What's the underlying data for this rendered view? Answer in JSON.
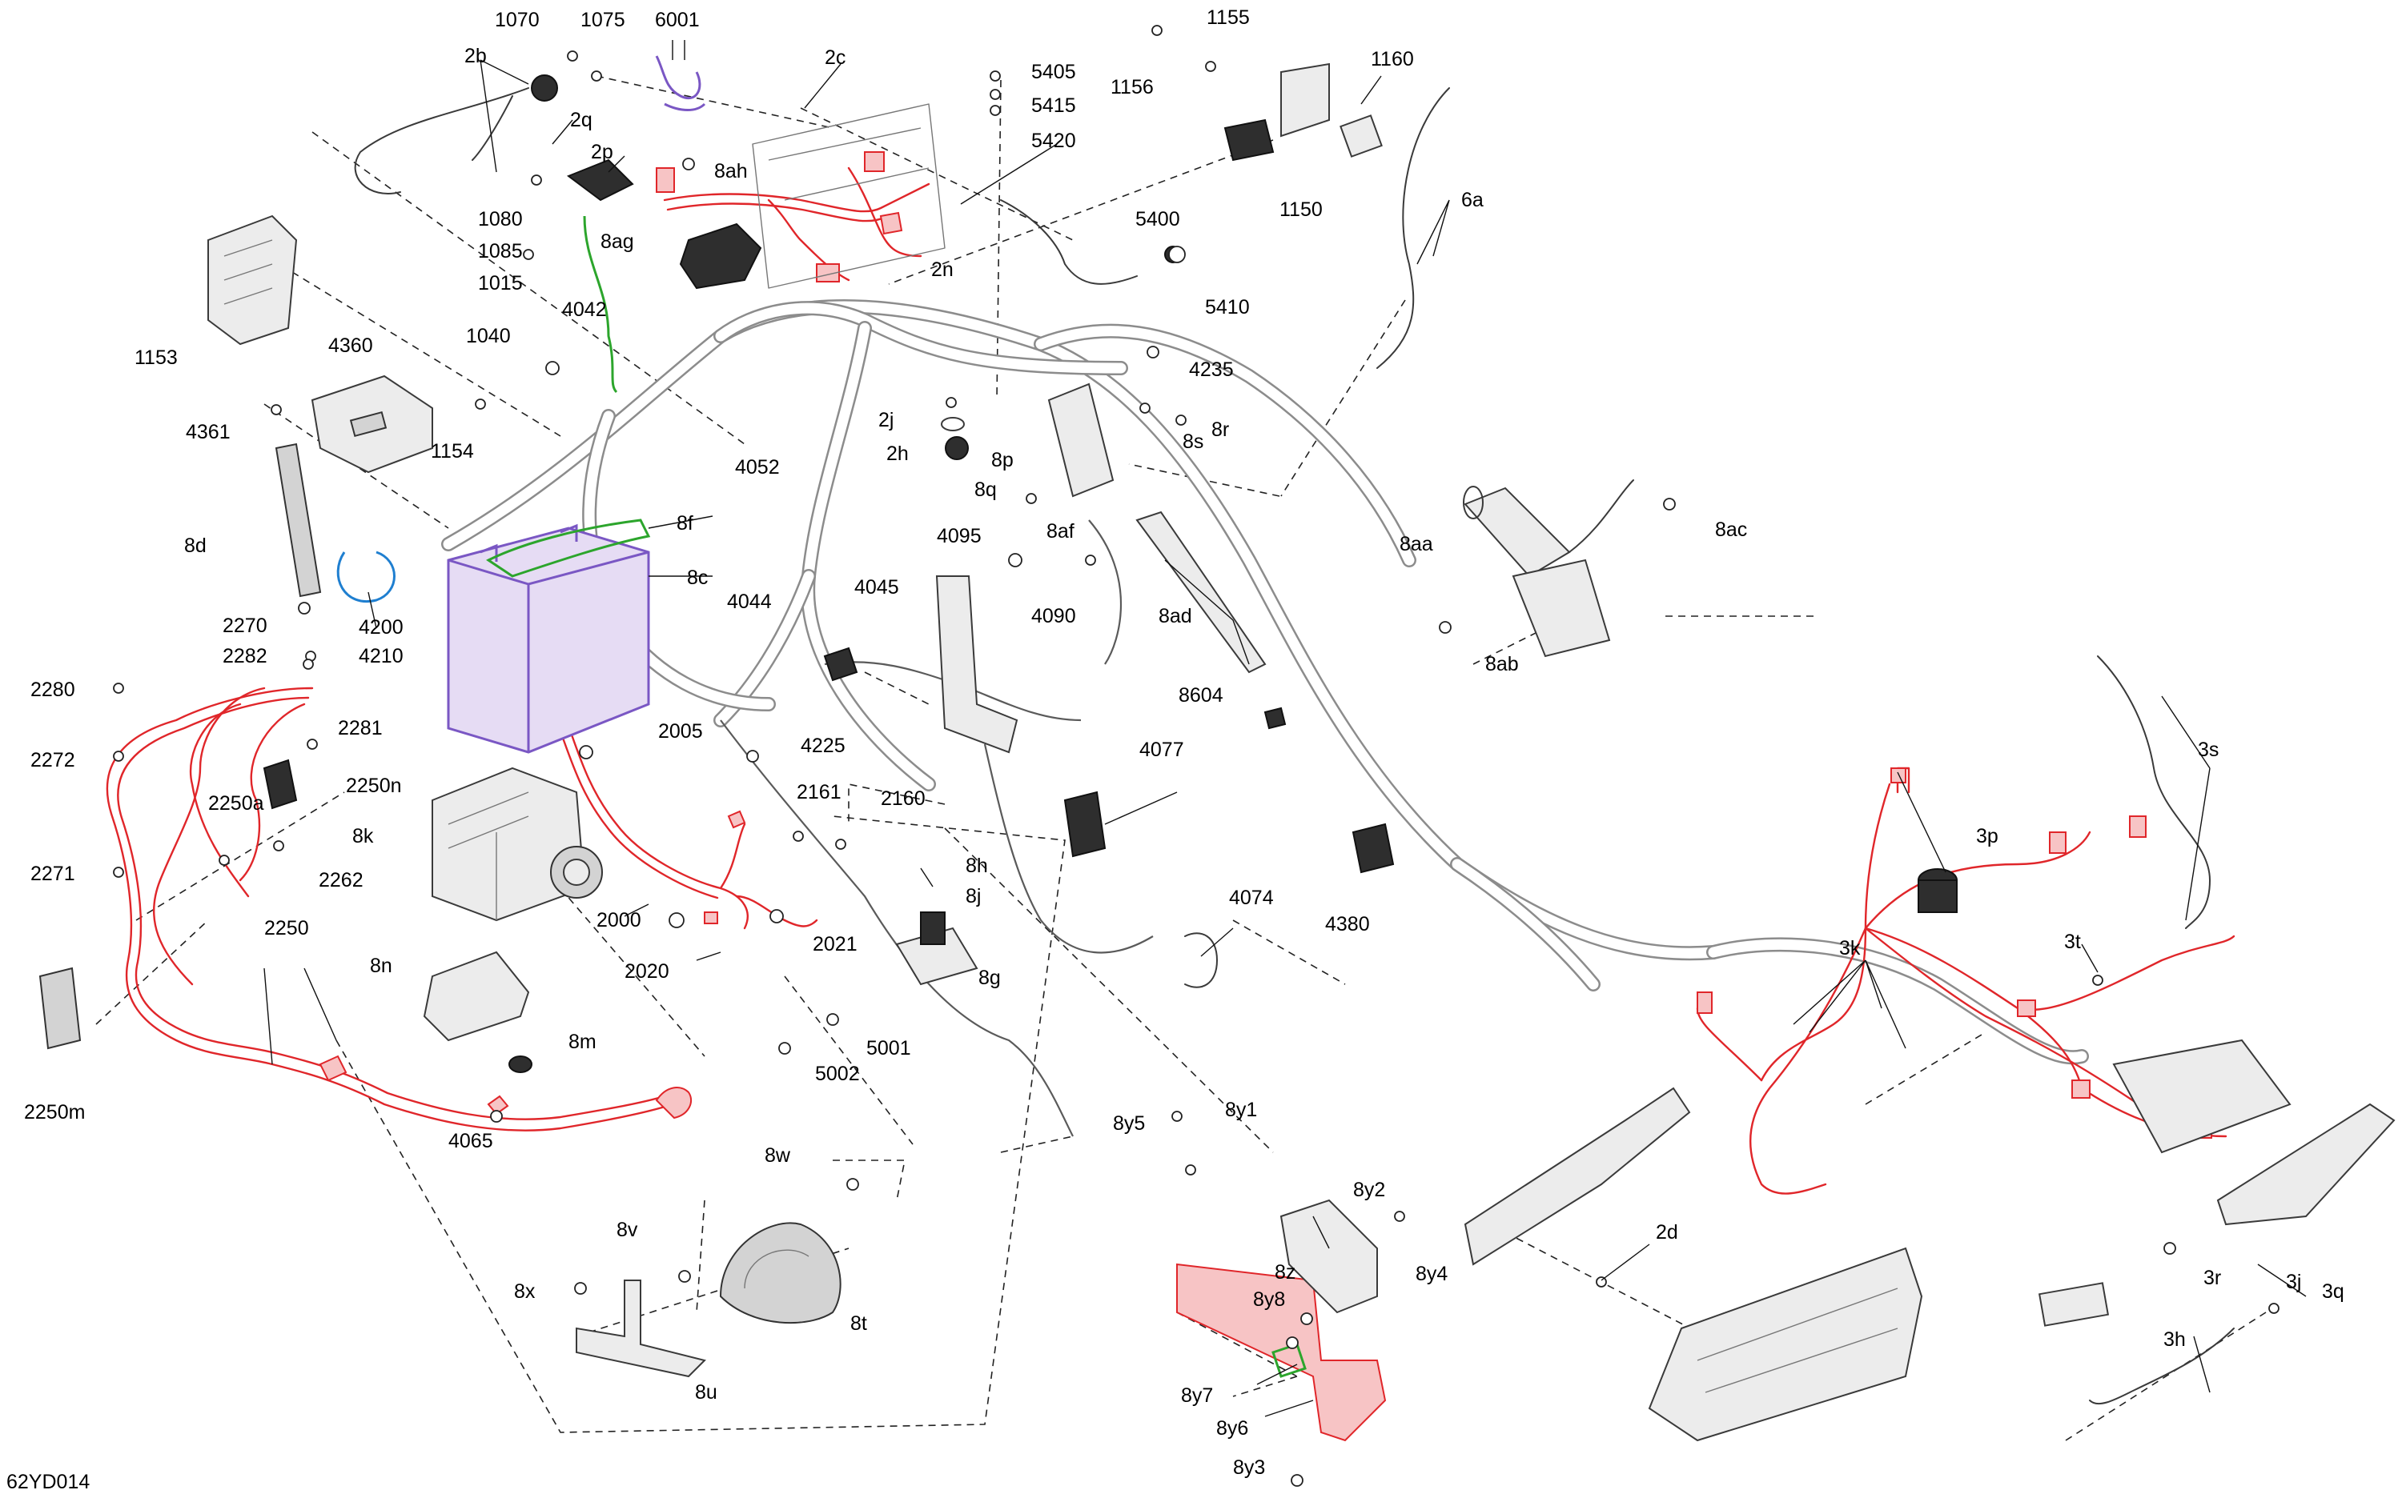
{
  "diagram_code": "62YD014",
  "colors": {
    "harness_red": "#e0262a",
    "battery_purple": "#7a57c4",
    "battery_fill": "#e6dcf4",
    "bracket_green": "#2ca52c",
    "clamp_blue": "#1f7fd0",
    "line_grey": "#3a3a3a"
  },
  "callouts": [
    {
      "id": "c1070",
      "text": "1070"
    },
    {
      "id": "c1075",
      "text": "1075"
    },
    {
      "id": "c6001",
      "text": "6001"
    },
    {
      "id": "c2b",
      "text": "2b"
    },
    {
      "id": "c2c",
      "text": "2c"
    },
    {
      "id": "c2q",
      "text": "2q"
    },
    {
      "id": "c2p",
      "text": "2p"
    },
    {
      "id": "c8ah",
      "text": "8ah"
    },
    {
      "id": "c1080",
      "text": "1080"
    },
    {
      "id": "c8ag",
      "text": "8ag"
    },
    {
      "id": "c1085",
      "text": "1085"
    },
    {
      "id": "c1015",
      "text": "1015"
    },
    {
      "id": "c4042",
      "text": "4042"
    },
    {
      "id": "c1040",
      "text": "1040"
    },
    {
      "id": "c1153",
      "text": "1153"
    },
    {
      "id": "c4360",
      "text": "4360"
    },
    {
      "id": "c4361",
      "text": "4361"
    },
    {
      "id": "c1154",
      "text": "1154"
    },
    {
      "id": "c8d",
      "text": "8d"
    },
    {
      "id": "c4052",
      "text": "4052"
    },
    {
      "id": "c8f",
      "text": "8f"
    },
    {
      "id": "c8c",
      "text": "8c"
    },
    {
      "id": "c4200",
      "text": "4200"
    },
    {
      "id": "c4210",
      "text": "4210"
    },
    {
      "id": "c2270",
      "text": "2270"
    },
    {
      "id": "c2282",
      "text": "2282"
    },
    {
      "id": "c2280",
      "text": "2280"
    },
    {
      "id": "c2281",
      "text": "2281"
    },
    {
      "id": "c2272",
      "text": "2272"
    },
    {
      "id": "c2250n",
      "text": "2250n"
    },
    {
      "id": "c2250a",
      "text": "2250a"
    },
    {
      "id": "c2262",
      "text": "2262"
    },
    {
      "id": "c2271",
      "text": "2271"
    },
    {
      "id": "c2250",
      "text": "2250"
    },
    {
      "id": "c2250m",
      "text": "2250m"
    },
    {
      "id": "c4065",
      "text": "4065"
    },
    {
      "id": "c8k",
      "text": "8k"
    },
    {
      "id": "c8n",
      "text": "8n"
    },
    {
      "id": "c8m",
      "text": "8m"
    },
    {
      "id": "c2005",
      "text": "2005"
    },
    {
      "id": "c2000",
      "text": "2000"
    },
    {
      "id": "c2020",
      "text": "2020"
    },
    {
      "id": "c2021",
      "text": "2021"
    },
    {
      "id": "c2161",
      "text": "2161"
    },
    {
      "id": "c2160",
      "text": "2160"
    },
    {
      "id": "c4044",
      "text": "4044"
    },
    {
      "id": "c4045",
      "text": "4045"
    },
    {
      "id": "c4225",
      "text": "4225"
    },
    {
      "id": "c4095",
      "text": "4095"
    },
    {
      "id": "c4090",
      "text": "4090"
    },
    {
      "id": "c8af",
      "text": "8af"
    },
    {
      "id": "c8h",
      "text": "8h"
    },
    {
      "id": "c8j",
      "text": "8j"
    },
    {
      "id": "c8g",
      "text": "8g"
    },
    {
      "id": "c5001",
      "text": "5001"
    },
    {
      "id": "c5002",
      "text": "5002"
    },
    {
      "id": "c8w",
      "text": "8w"
    },
    {
      "id": "c8v",
      "text": "8v"
    },
    {
      "id": "c8x",
      "text": "8x"
    },
    {
      "id": "c8t",
      "text": "8t"
    },
    {
      "id": "c8u",
      "text": "8u"
    },
    {
      "id": "c5405",
      "text": "5405"
    },
    {
      "id": "c5415",
      "text": "5415"
    },
    {
      "id": "c5420",
      "text": "5420"
    },
    {
      "id": "c5400",
      "text": "5400"
    },
    {
      "id": "c5410",
      "text": "5410"
    },
    {
      "id": "c2n",
      "text": "2n"
    },
    {
      "id": "c4235",
      "text": "4235"
    },
    {
      "id": "c2j",
      "text": "2j"
    },
    {
      "id": "c2h",
      "text": "2h"
    },
    {
      "id": "c8p",
      "text": "8p"
    },
    {
      "id": "c8q",
      "text": "8q"
    },
    {
      "id": "c8r",
      "text": "8r"
    },
    {
      "id": "c8s",
      "text": "8s"
    },
    {
      "id": "c1155",
      "text": "1155"
    },
    {
      "id": "c1156",
      "text": "1156"
    },
    {
      "id": "c1160",
      "text": "1160"
    },
    {
      "id": "c1150",
      "text": "1150"
    },
    {
      "id": "c6a",
      "text": "6a"
    },
    {
      "id": "c8aa",
      "text": "8aa"
    },
    {
      "id": "c8ac",
      "text": "8ac"
    },
    {
      "id": "c8ab",
      "text": "8ab"
    },
    {
      "id": "c8ad",
      "text": "8ad"
    },
    {
      "id": "c8604",
      "text": "8604"
    },
    {
      "id": "c4077",
      "text": "4077"
    },
    {
      "id": "c4074",
      "text": "4074"
    },
    {
      "id": "c4380",
      "text": "4380"
    },
    {
      "id": "c3s",
      "text": "3s"
    },
    {
      "id": "c3p",
      "text": "3p"
    },
    {
      "id": "c3k",
      "text": "3k"
    },
    {
      "id": "c3t",
      "text": "3t"
    },
    {
      "id": "c8y5",
      "text": "8y5"
    },
    {
      "id": "c8y1",
      "text": "8y1"
    },
    {
      "id": "c8y2",
      "text": "8y2"
    },
    {
      "id": "c8y4",
      "text": "8y4"
    },
    {
      "id": "c8z",
      "text": "8z"
    },
    {
      "id": "c8y8",
      "text": "8y8"
    },
    {
      "id": "c8y7",
      "text": "8y7"
    },
    {
      "id": "c8y6",
      "text": "8y6"
    },
    {
      "id": "c8y3",
      "text": "8y3"
    },
    {
      "id": "c2d",
      "text": "2d"
    },
    {
      "id": "c3q",
      "text": "3q"
    },
    {
      "id": "c3r",
      "text": "3r"
    },
    {
      "id": "c3j",
      "text": "3j"
    },
    {
      "id": "c3h",
      "text": "3h"
    }
  ]
}
